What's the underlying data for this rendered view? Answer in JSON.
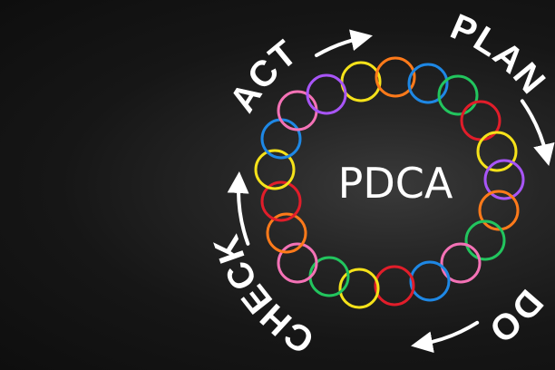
{
  "center_label": "PDCA",
  "steps": [
    {
      "label": "PLAN"
    },
    {
      "label": "DO"
    },
    {
      "label": "CHECK"
    },
    {
      "label": "ACT"
    }
  ],
  "colors": {
    "background": "#121212",
    "text": "#ffffff",
    "bands": [
      "#f5e21a",
      "#ff7a1a",
      "#1e88e5",
      "#22c55e",
      "#e11d2a",
      "#f5e21a",
      "#a855f7",
      "#ff7a1a",
      "#22c55e",
      "#f472b6",
      "#1e88e5",
      "#e11d2a",
      "#f5e21a",
      "#22c55e",
      "#f472b6",
      "#ff7a1a",
      "#e11d2a",
      "#f5e21a",
      "#1e88e5",
      "#f472b6",
      "#a855f7"
    ]
  }
}
